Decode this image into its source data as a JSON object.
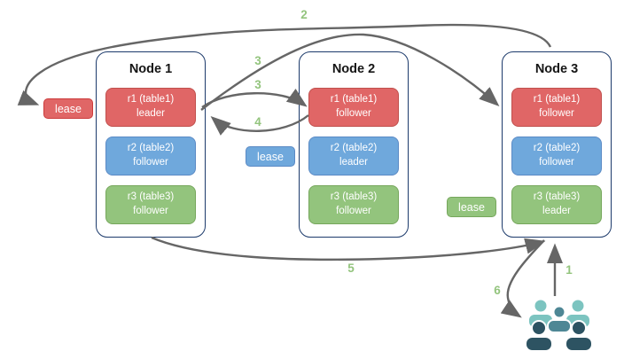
{
  "nodes": [
    {
      "title": "Node 1",
      "replicas": [
        {
          "name": "r1 (table1)",
          "role": "leader",
          "color": "red"
        },
        {
          "name": "r2 (table2)",
          "role": "follower",
          "color": "blue"
        },
        {
          "name": "r3 (table3)",
          "role": "follower",
          "color": "green"
        }
      ]
    },
    {
      "title": "Node 2",
      "replicas": [
        {
          "name": "r1 (table1)",
          "role": "follower",
          "color": "red"
        },
        {
          "name": "r2 (table2)",
          "role": "leader",
          "color": "blue"
        },
        {
          "name": "r3 (table3)",
          "role": "follower",
          "color": "green"
        }
      ]
    },
    {
      "title": "Node 3",
      "replicas": [
        {
          "name": "r1 (table1)",
          "role": "follower",
          "color": "red"
        },
        {
          "name": "r2 (table2)",
          "role": "follower",
          "color": "blue"
        },
        {
          "name": "r3 (table3)",
          "role": "leader",
          "color": "green"
        }
      ]
    }
  ],
  "leases": [
    {
      "label": "lease",
      "color": "#e06666",
      "near": "Node 1 r1 leader"
    },
    {
      "label": "lease",
      "color": "#6fa8dc",
      "near": "Node 2 r2 leader"
    },
    {
      "label": "lease",
      "color": "#93c47d",
      "near": "Node 3 r3 leader"
    }
  ],
  "steps": {
    "s1": "1",
    "s2": "2",
    "s3a": "3",
    "s3b": "3",
    "s4": "4",
    "s5": "5",
    "s6": "6"
  },
  "icons": {
    "clients": "users-group-icon"
  },
  "colors": {
    "replica_red": "#e06666",
    "replica_red_border": "#c0504d",
    "replica_blue": "#6fa8dc",
    "replica_blue_border": "#5b8ac5",
    "replica_green": "#93c47d",
    "replica_green_border": "#76a75c",
    "node_border": "#1c3a6b",
    "arrow": "#666666",
    "step_label": "#93c47d",
    "users_light": "#7cc4c0",
    "users_mid": "#4e8795",
    "users_dark": "#2d5362"
  }
}
